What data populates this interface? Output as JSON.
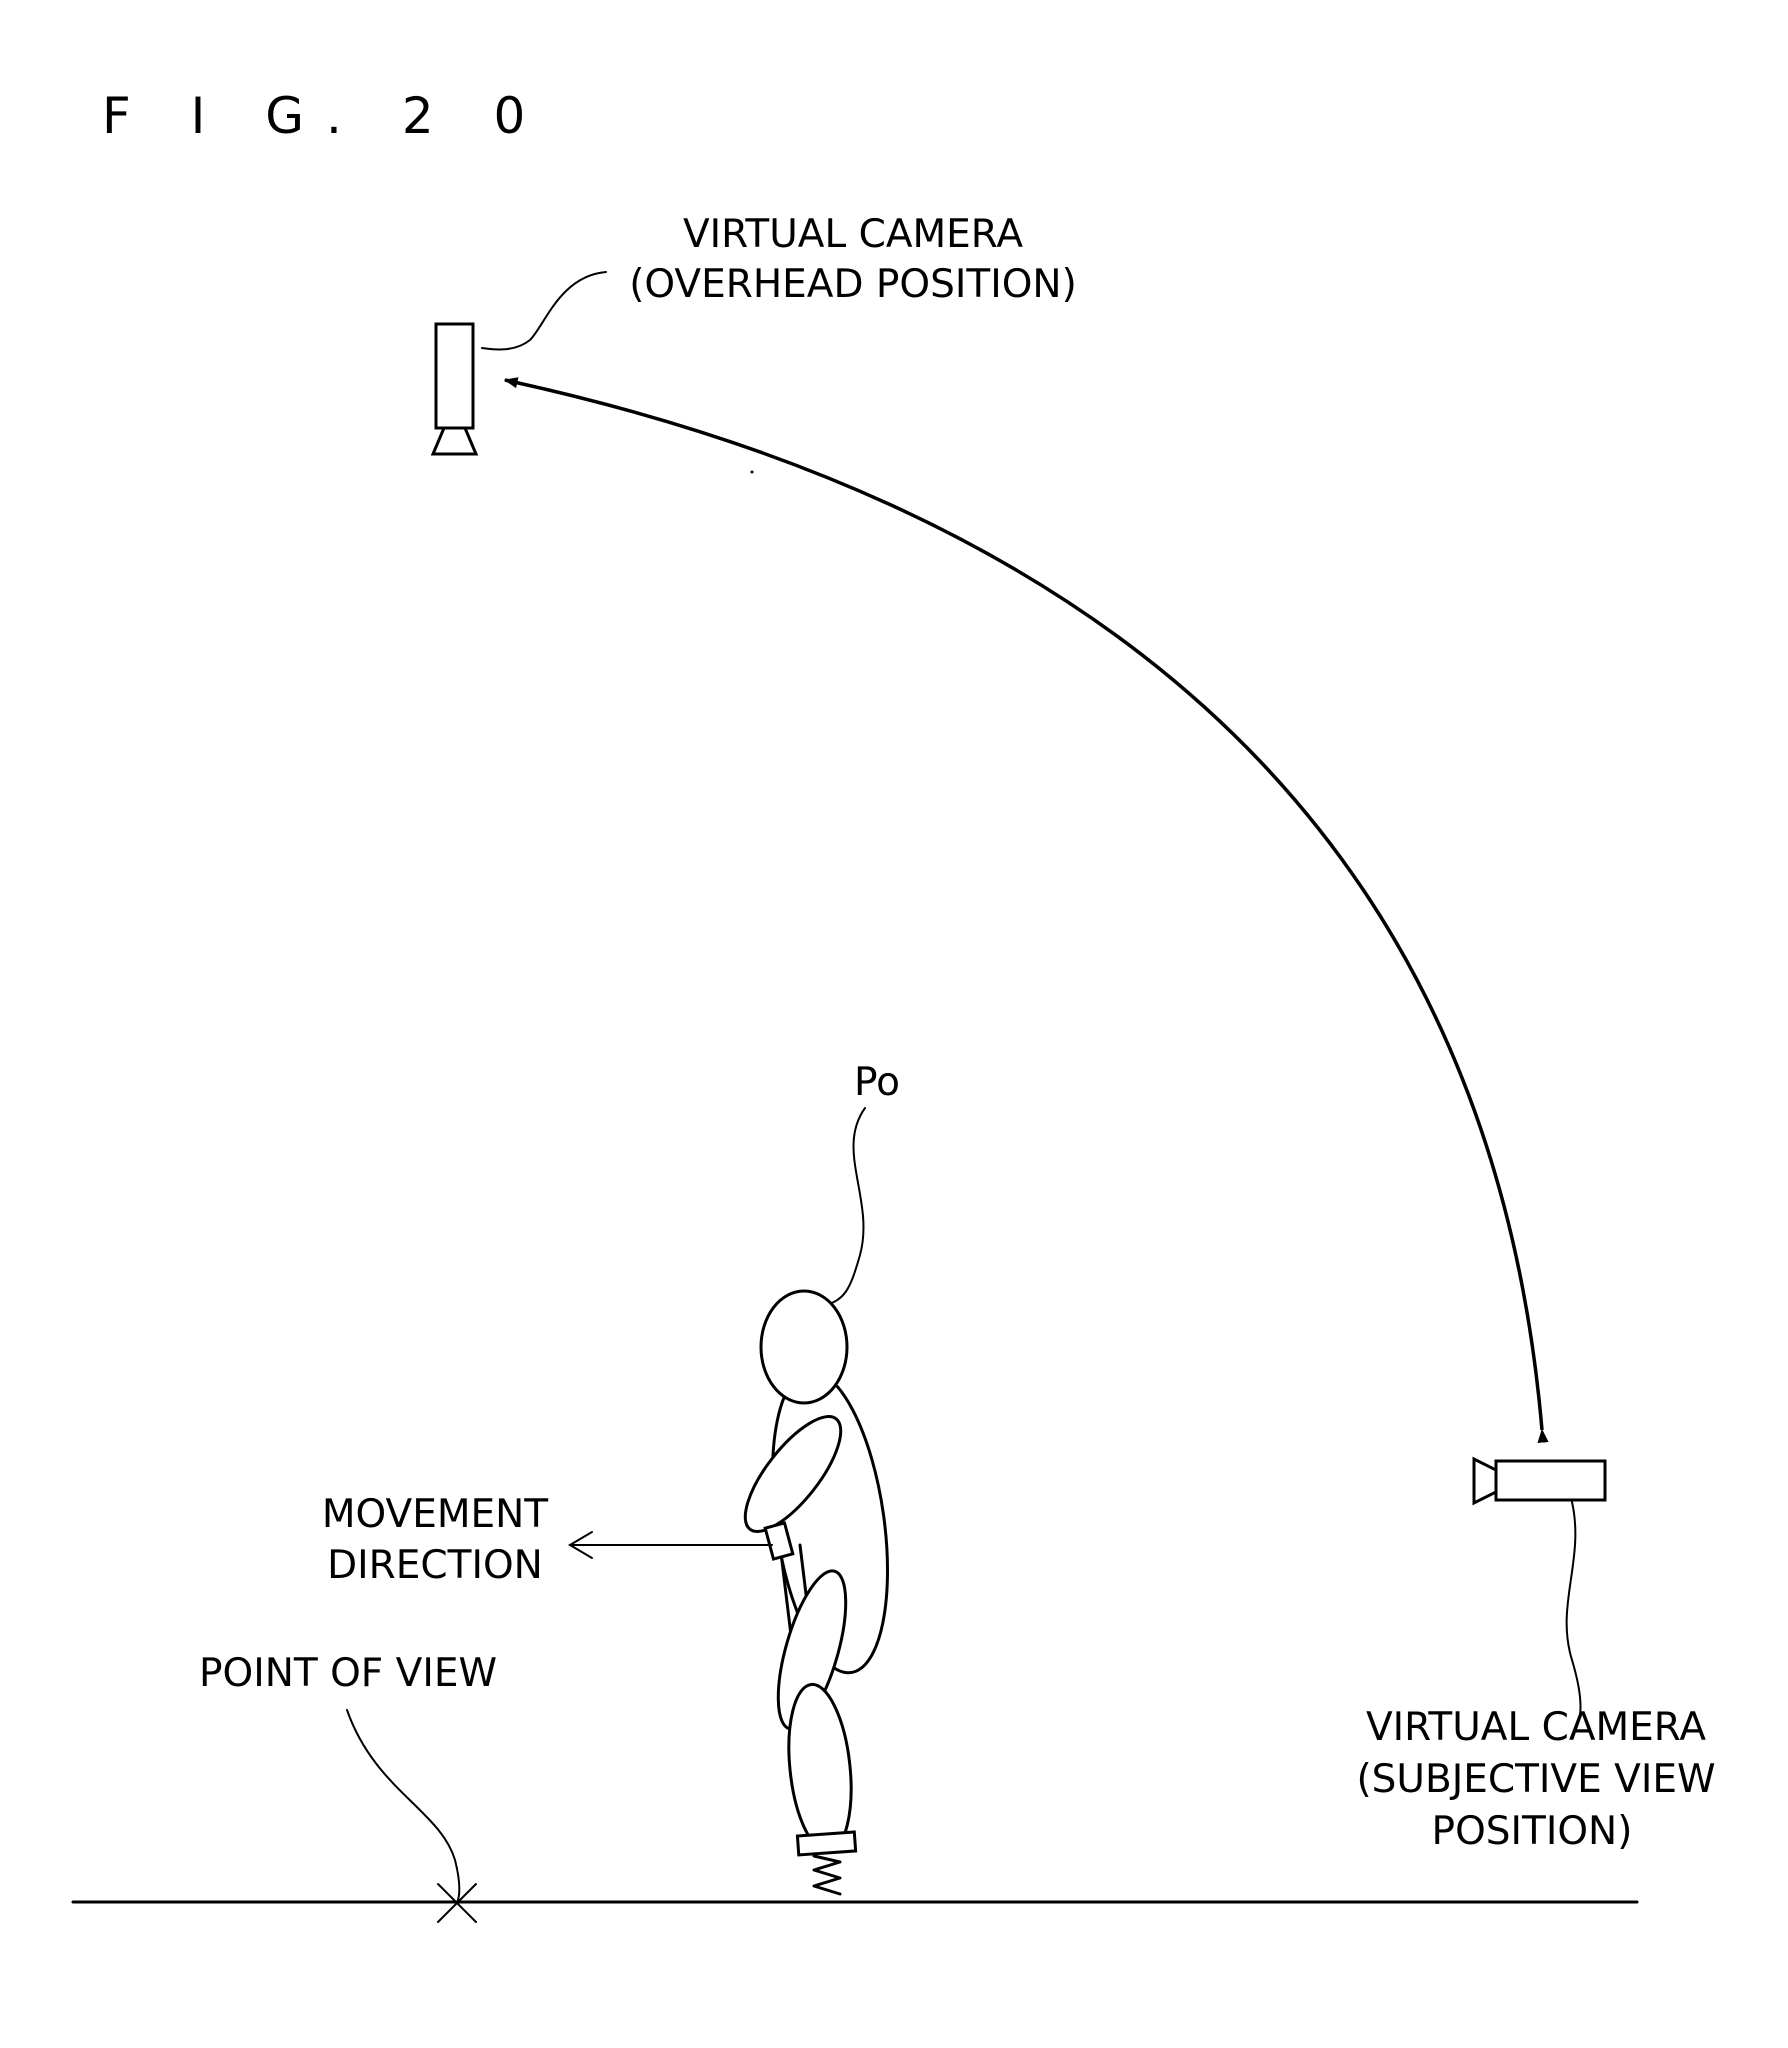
{
  "figure": {
    "title": "F I G. 2 0"
  },
  "labels": {
    "camera_overhead_line1": "VIRTUAL CAMERA",
    "camera_overhead_line2": "(OVERHEAD POSITION)",
    "player_ref": "Po",
    "movement_line1": "MOVEMENT",
    "movement_line2": "DIRECTION",
    "point_of_view": "POINT OF VIEW",
    "camera_subjective_line1": "VIRTUAL CAMERA",
    "camera_subjective_line2": "(SUBJECTIVE VIEW",
    "camera_subjective_line3": "POSITION)"
  }
}
